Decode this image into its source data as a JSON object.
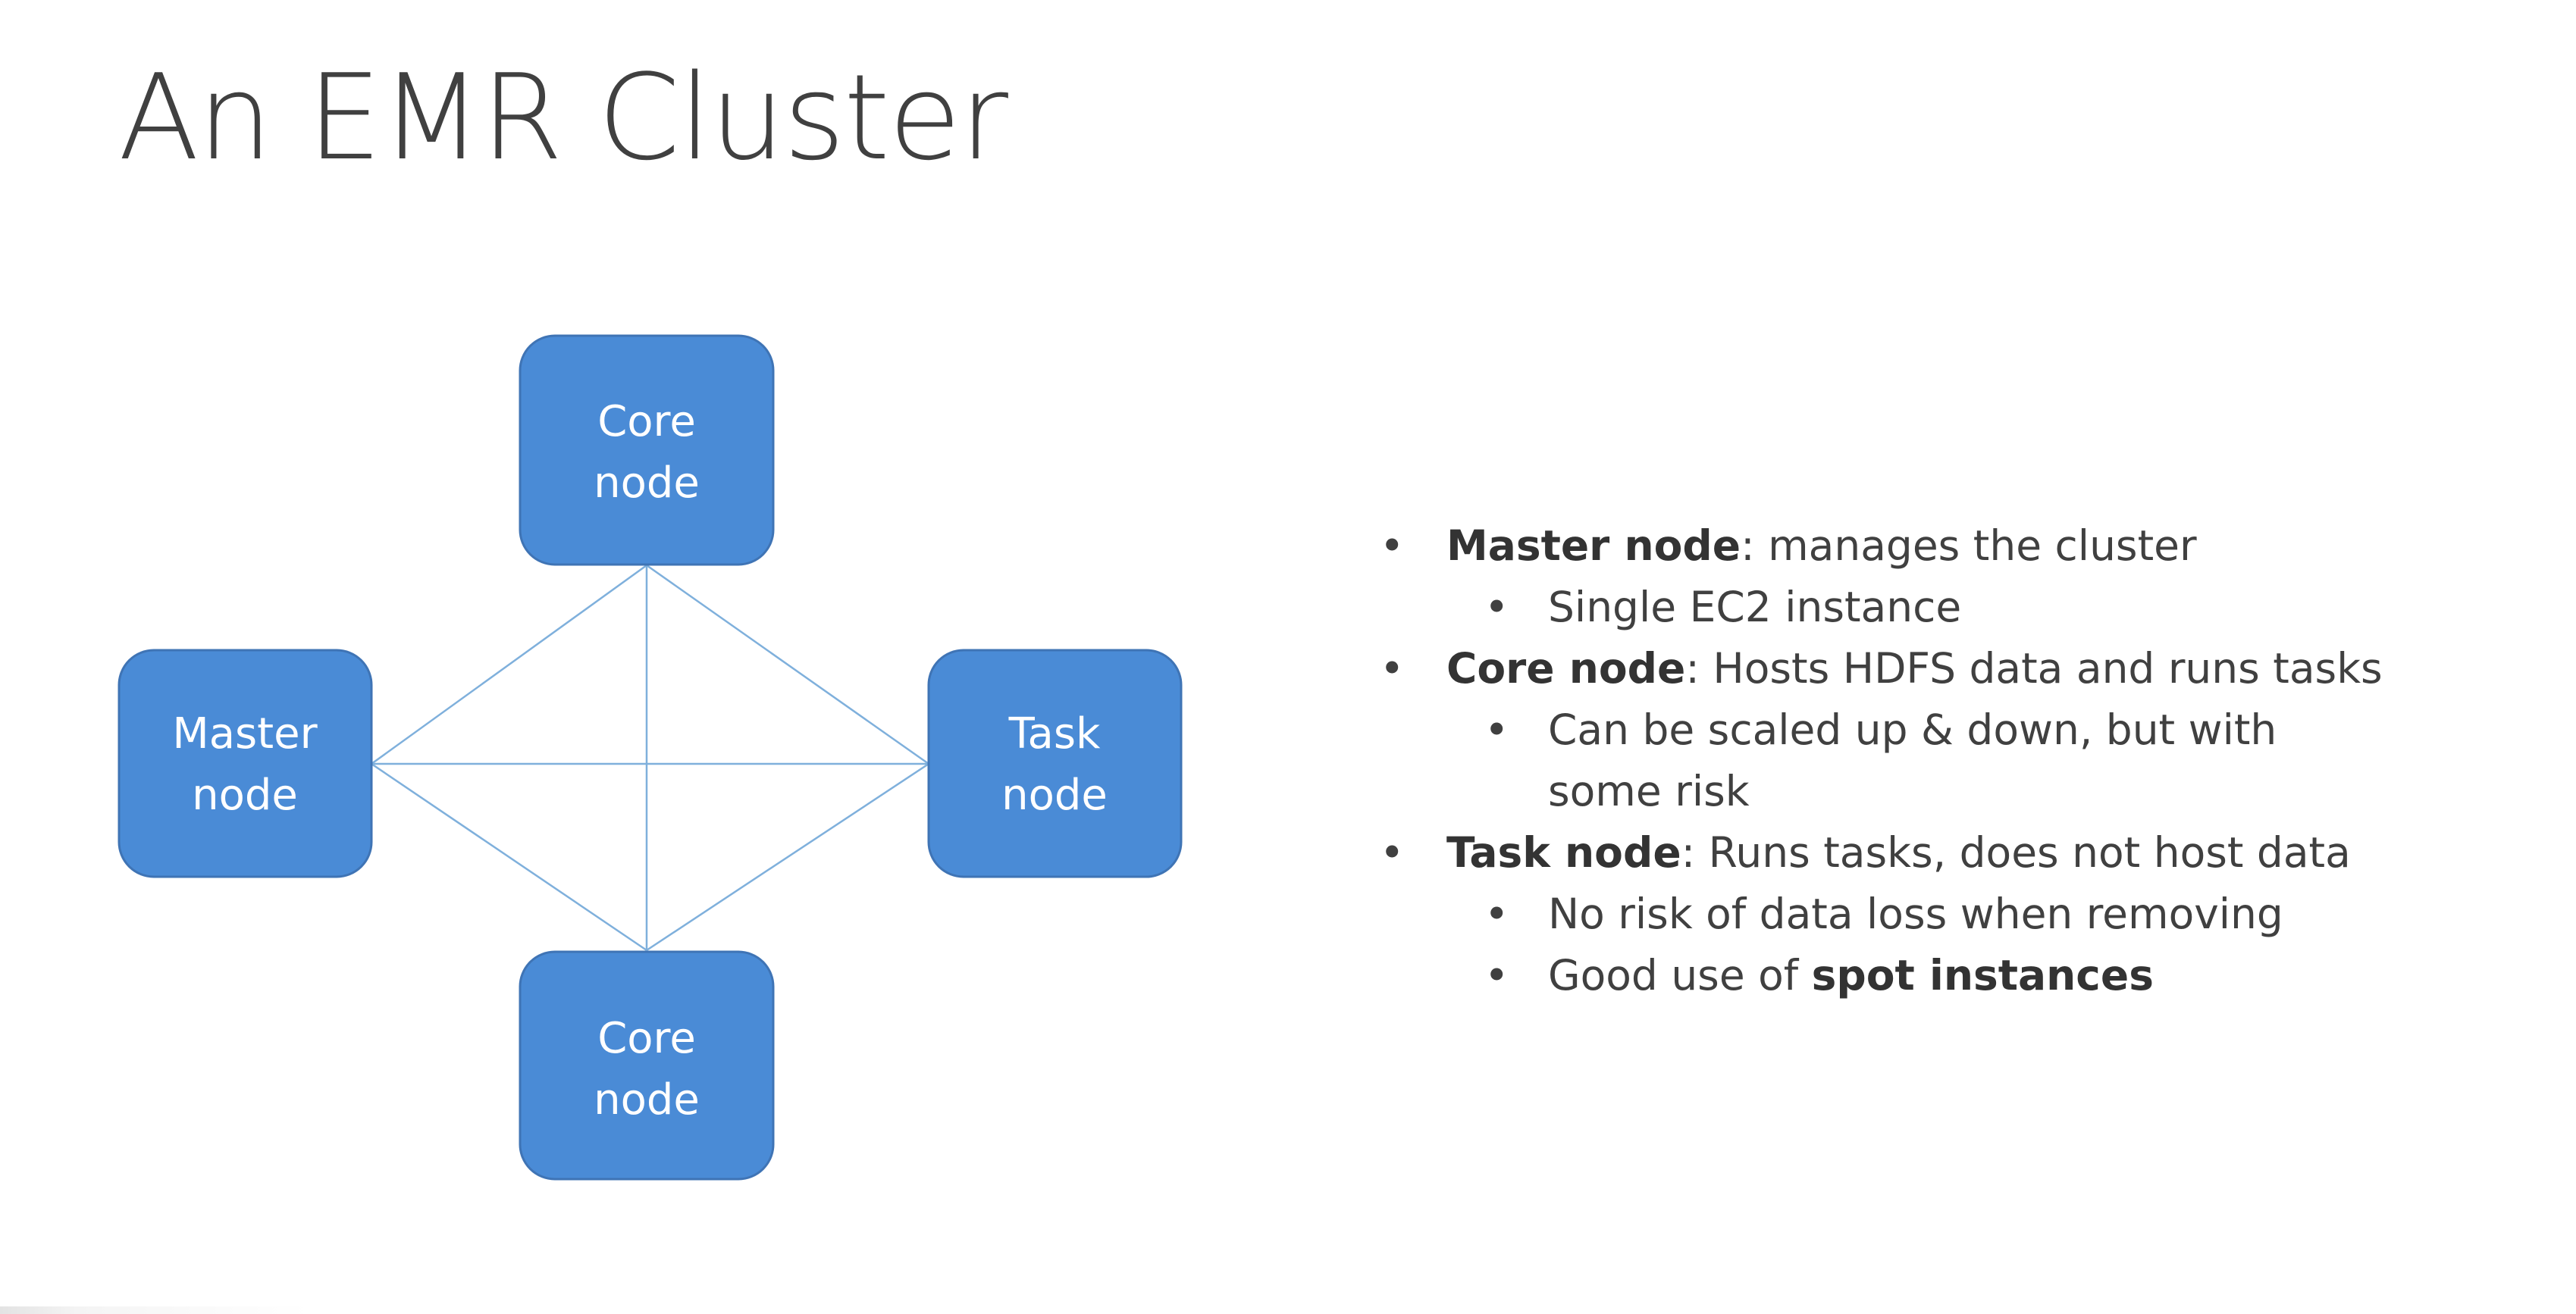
{
  "title": "An EMR Cluster",
  "diagram": {
    "nodes": [
      {
        "id": "core-top",
        "line1": "Core",
        "line2": "node"
      },
      {
        "id": "master",
        "line1": "Master",
        "line2": "node"
      },
      {
        "id": "task",
        "line1": "Task",
        "line2": "node"
      },
      {
        "id": "core-bottom",
        "line1": "Core",
        "line2": "node"
      }
    ],
    "colors": {
      "node_fill": "#4a8bd6",
      "node_stroke": "#3f74b5",
      "edge": "#7fb0dc",
      "text": "#404040"
    }
  },
  "bullets": {
    "master": {
      "bold": "Master node",
      "rest": ": manages the cluster",
      "sub": [
        "Single EC2 instance"
      ]
    },
    "core": {
      "bold": "Core node",
      "rest": ": Hosts HDFS data and runs tasks",
      "sub": [
        "Can be scaled up & down, but with",
        "some risk"
      ]
    },
    "task": {
      "bold": "Task node",
      "rest": ": Runs tasks, does not host data",
      "sub1": "No risk of data loss when removing",
      "sub2_prefix": "Good use of ",
      "sub2_bold": "spot instances"
    }
  }
}
